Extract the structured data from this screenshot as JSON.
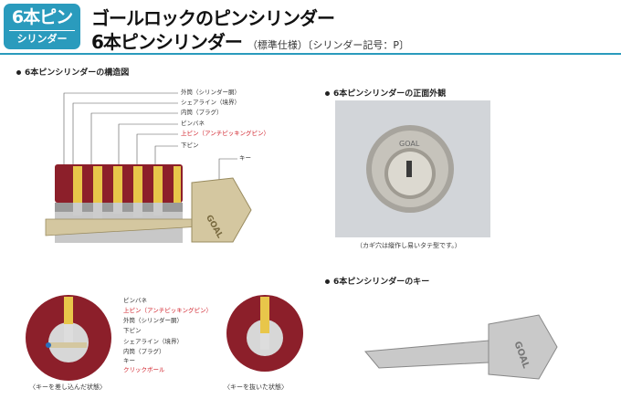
{
  "badge": {
    "main": "6本ピン",
    "sub": "シリンダー"
  },
  "title": {
    "line1": "ゴールロックのピンシリンダー",
    "line2": "6本ピンシリンダー",
    "line2_sub": "（標準仕様）〔シリンダー記号：P〕"
  },
  "sections": {
    "structure": "6本ピンシリンダーの構造図",
    "front": "6本ピンシリンダーの正面外観",
    "key": "6本ピンシリンダーのキー"
  },
  "structure_labels": [
    {
      "text": "外筒（シリンダー胴）",
      "red": false
    },
    {
      "text": "シェアライン（境界）",
      "red": false
    },
    {
      "text": "内筒（プラグ）",
      "red": false
    },
    {
      "text": "ピンバネ",
      "red": false
    },
    {
      "text": "上ピン（アンチピッキングピン）",
      "red": true
    },
    {
      "text": "下ピン",
      "red": false
    },
    {
      "text": "キー",
      "red": false
    }
  ],
  "cross_labels": [
    {
      "text": "ピンバネ",
      "red": false
    },
    {
      "text": "上ピン（アンチピッキングピン）",
      "red": true
    },
    {
      "text": "外筒（シリンダー胴）",
      "red": false
    },
    {
      "text": "下ピン",
      "red": false
    },
    {
      "text": "シェアライン（境界）",
      "red": false
    },
    {
      "text": "内筒（プラグ）",
      "red": false
    },
    {
      "text": "キー",
      "red": false
    },
    {
      "text": "クリックボール",
      "red": true
    }
  ],
  "captions": {
    "front": "（カギ穴は縦作し易いタテ型です。）",
    "inserted": "〈キーを差し込んだ状態〉",
    "removed": "〈キーを抜いた状態〉"
  },
  "brand_mark": "GOAL",
  "colors": {
    "accent": "#2a9bbd",
    "red_label": "#d0202a",
    "cylinder_red": "#8c1f2a"
  }
}
